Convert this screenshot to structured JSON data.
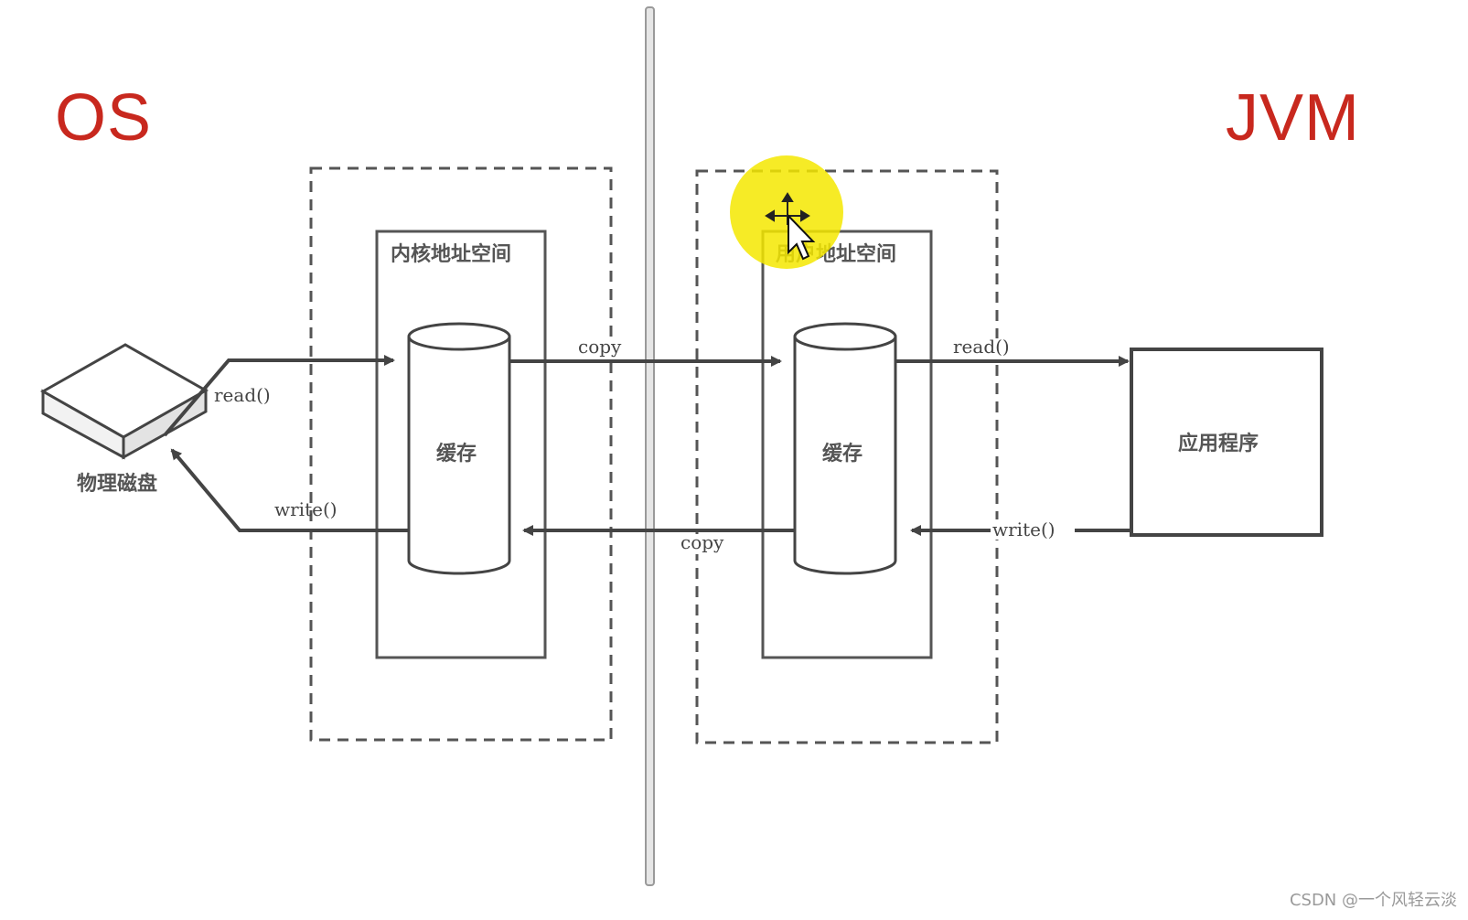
{
  "headings": {
    "os": "OS",
    "jvm": "JVM"
  },
  "os_side": {
    "disk_label": "物理磁盘",
    "kernel_space_title": "内核地址空间",
    "cache_label": "缓存",
    "read_label": "read()",
    "write_label": "write()"
  },
  "jvm_side": {
    "user_space_title": "用户地址空间",
    "cache_label": "缓存",
    "app_label": "应用程序",
    "read_label": "read()",
    "write_label": "write()"
  },
  "transfer": {
    "copy_top": "copy",
    "copy_bottom": "copy"
  },
  "watermark": "CSDN @一个风轻云淡",
  "colors": {
    "heading": "#c8281e",
    "line": "#444444",
    "dash": "#555555",
    "highlight": "#f5e800"
  }
}
